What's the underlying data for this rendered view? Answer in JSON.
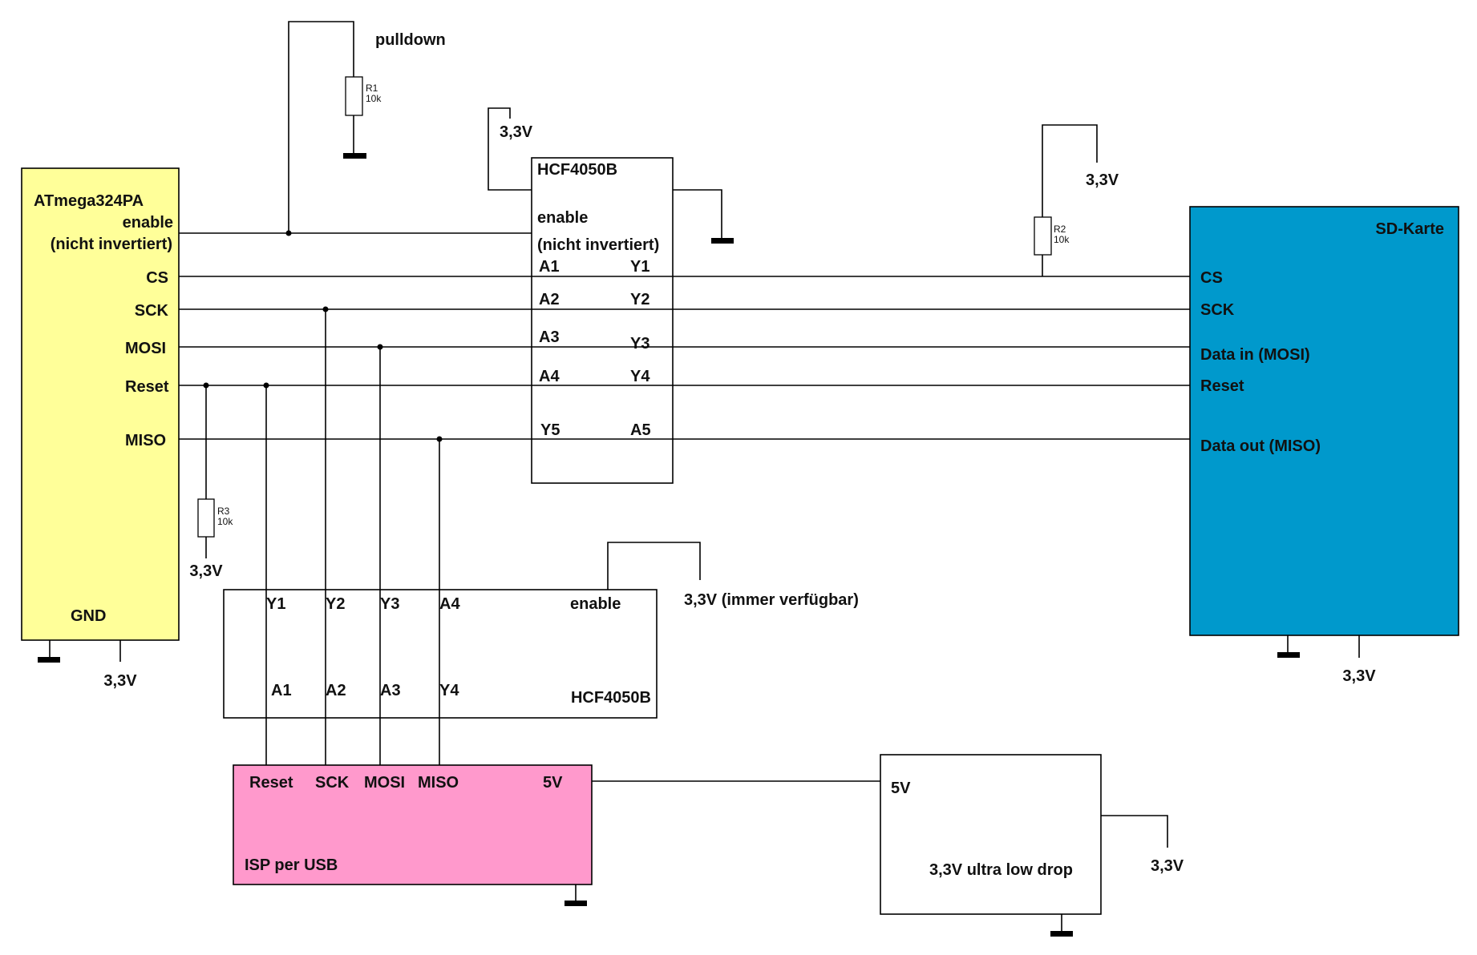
{
  "colors": {
    "mcu_fill": "#ffff99",
    "sd_fill": "#0099cc",
    "isp_fill": "#ff99cc",
    "wire": "#000000"
  },
  "mcu": {
    "title": "ATmega324PA",
    "pins": {
      "enable": "enable",
      "enable_note": "(nicht invertiert)",
      "cs": "CS",
      "sck": "SCK",
      "mosi": "MOSI",
      "reset": "Reset",
      "miso": "MISO",
      "gnd": "GND"
    },
    "supply_label": "3,3V"
  },
  "pulldown": {
    "label": "pulldown",
    "resistor_name": "R1",
    "resistor_value": "10k"
  },
  "buffer_top": {
    "title": "HCF4050B",
    "supply_label": "3,3V",
    "enable": "enable",
    "enable_note": "(nicht invertiert)",
    "pins_left": [
      "A1",
      "A2",
      "A3",
      "A4",
      "Y5"
    ],
    "pins_right": [
      "Y1",
      "Y2",
      "Y3",
      "Y4",
      "A5"
    ]
  },
  "cs_pullup": {
    "resistor_name": "R2",
    "resistor_value": "10k",
    "supply_label": "3,3V"
  },
  "reset_pullup": {
    "resistor_name": "R3",
    "resistor_value": "10k",
    "supply_label": "3,3V"
  },
  "sd_card": {
    "title": "SD-Karte",
    "pins": {
      "cs": "CS",
      "sck": "SCK",
      "mosi": "Data in (MOSI)",
      "reset": "Reset",
      "miso": "Data out (MISO)"
    },
    "supply_label": "3,3V"
  },
  "buffer_bottom": {
    "title": "HCF4050B",
    "enable": "enable",
    "enable_supply": "3,3V (immer verfügbar)",
    "pins_top": [
      "Y1",
      "Y2",
      "Y3",
      "A4"
    ],
    "pins_bottom": [
      "A1",
      "A2",
      "A3",
      "Y4"
    ]
  },
  "isp": {
    "title": "ISP per USB",
    "pins": [
      "Reset",
      "SCK",
      "MOSI",
      "MISO"
    ],
    "power": "5V"
  },
  "regulator": {
    "title": "3,3V ultra low drop",
    "input": "5V",
    "output_label": "3,3V"
  }
}
